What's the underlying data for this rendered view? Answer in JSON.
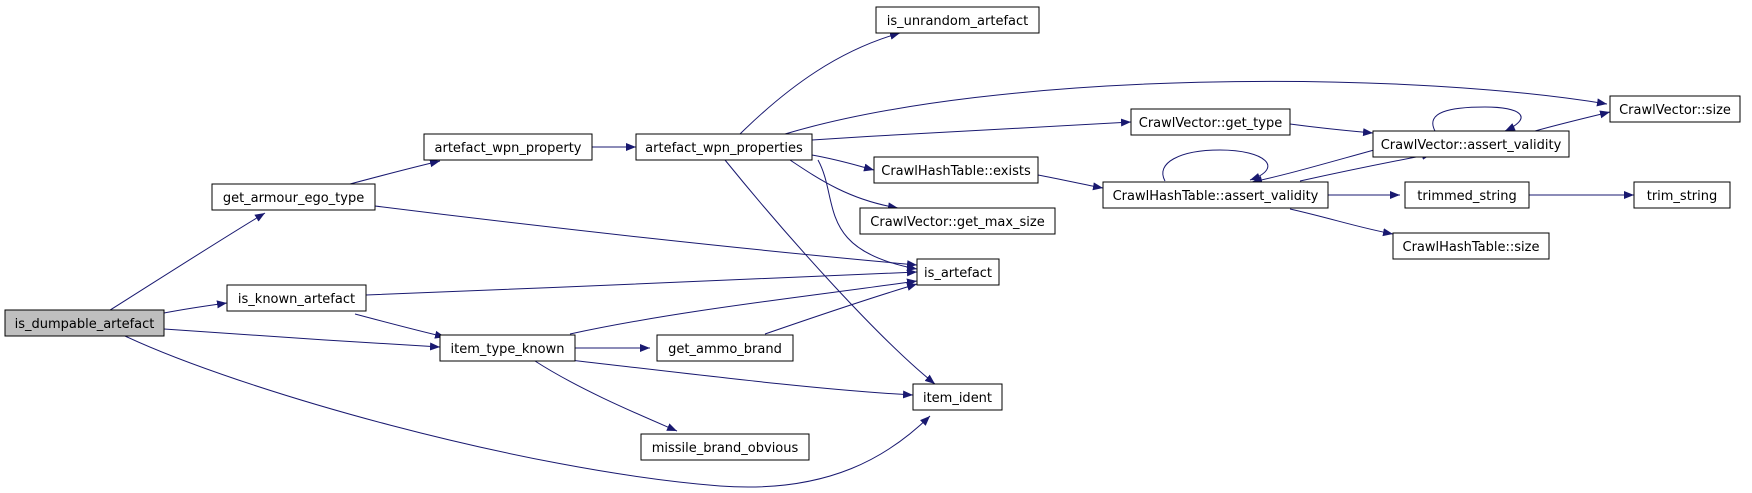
{
  "colors": {
    "edge": "#191970",
    "root_fill": "#bfbfbf",
    "node_fill": "#ffffff",
    "node_border": "#000000"
  },
  "nodes": [
    {
      "id": "n_is_dumpable_artefact",
      "label": "is_dumpable_artefact",
      "root": true
    },
    {
      "id": "n_get_armour_ego_type",
      "label": "get_armour_ego_type"
    },
    {
      "id": "n_is_known_artefact",
      "label": "is_known_artefact"
    },
    {
      "id": "n_item_type_known",
      "label": "item_type_known"
    },
    {
      "id": "n_artefact_wpn_property",
      "label": "artefact_wpn_property"
    },
    {
      "id": "n_artefact_wpn_properties",
      "label": "artefact_wpn_properties"
    },
    {
      "id": "n_is_unrandom_artefact",
      "label": "is_unrandom_artefact"
    },
    {
      "id": "n_crawlhashtable_exists",
      "label": "CrawlHashTable::exists"
    },
    {
      "id": "n_crawlvector_get_max_size",
      "label": "CrawlVector::get_max_size"
    },
    {
      "id": "n_is_artefact",
      "label": "is_artefact"
    },
    {
      "id": "n_get_ammo_brand",
      "label": "get_ammo_brand"
    },
    {
      "id": "n_item_ident",
      "label": "item_ident"
    },
    {
      "id": "n_missile_brand_obvious",
      "label": "missile_brand_obvious"
    },
    {
      "id": "n_crawlvector_get_type",
      "label": "CrawlVector::get_type"
    },
    {
      "id": "n_crawlhashtable_assert_validity",
      "label": "CrawlHashTable::assert_validity"
    },
    {
      "id": "n_crawlvector_assert_validity",
      "label": "CrawlVector::assert_validity"
    },
    {
      "id": "n_trimmed_string",
      "label": "trimmed_string"
    },
    {
      "id": "n_crawlhashtable_size",
      "label": "CrawlHashTable::size"
    },
    {
      "id": "n_crawlvector_size",
      "label": "CrawlVector::size"
    },
    {
      "id": "n_trim_string",
      "label": "trim_string"
    }
  ],
  "edges": [
    {
      "from": "n_is_dumpable_artefact",
      "to": "n_get_armour_ego_type"
    },
    {
      "from": "n_is_dumpable_artefact",
      "to": "n_is_known_artefact"
    },
    {
      "from": "n_is_dumpable_artefact",
      "to": "n_item_type_known"
    },
    {
      "from": "n_is_dumpable_artefact",
      "to": "n_item_ident"
    },
    {
      "from": "n_get_armour_ego_type",
      "to": "n_artefact_wpn_property"
    },
    {
      "from": "n_get_armour_ego_type",
      "to": "n_is_artefact"
    },
    {
      "from": "n_is_known_artefact",
      "to": "n_is_artefact"
    },
    {
      "from": "n_is_known_artefact",
      "to": "n_item_type_known"
    },
    {
      "from": "n_item_type_known",
      "to": "n_is_artefact"
    },
    {
      "from": "n_item_type_known",
      "to": "n_get_ammo_brand"
    },
    {
      "from": "n_item_type_known",
      "to": "n_item_ident"
    },
    {
      "from": "n_item_type_known",
      "to": "n_missile_brand_obvious"
    },
    {
      "from": "n_artefact_wpn_property",
      "to": "n_artefact_wpn_properties"
    },
    {
      "from": "n_artefact_wpn_properties",
      "to": "n_is_unrandom_artefact"
    },
    {
      "from": "n_artefact_wpn_properties",
      "to": "n_crawlvector_size"
    },
    {
      "from": "n_artefact_wpn_properties",
      "to": "n_crawlvector_get_type"
    },
    {
      "from": "n_artefact_wpn_properties",
      "to": "n_crawlhashtable_exists"
    },
    {
      "from": "n_artefact_wpn_properties",
      "to": "n_crawlvector_get_max_size"
    },
    {
      "from": "n_artefact_wpn_properties",
      "to": "n_is_artefact"
    },
    {
      "from": "n_artefact_wpn_properties",
      "to": "n_item_ident"
    },
    {
      "from": "n_get_ammo_brand",
      "to": "n_is_artefact"
    },
    {
      "from": "n_crawlhashtable_exists",
      "to": "n_crawlhashtable_assert_validity"
    },
    {
      "from": "n_crawlvector_get_type",
      "to": "n_crawlvector_assert_validity"
    },
    {
      "from": "n_crawlhashtable_assert_validity",
      "to": "n_crawlhashtable_assert_validity"
    },
    {
      "from": "n_crawlhashtable_assert_validity",
      "to": "n_crawlvector_assert_validity"
    },
    {
      "from": "n_crawlhashtable_assert_validity",
      "to": "n_trimmed_string"
    },
    {
      "from": "n_crawlhashtable_assert_validity",
      "to": "n_crawlhashtable_size"
    },
    {
      "from": "n_crawlvector_assert_validity",
      "to": "n_crawlvector_assert_validity"
    },
    {
      "from": "n_crawlvector_assert_validity",
      "to": "n_crawlhashtable_assert_validity"
    },
    {
      "from": "n_crawlvector_assert_validity",
      "to": "n_crawlvector_size"
    },
    {
      "from": "n_trimmed_string",
      "to": "n_trim_string"
    }
  ]
}
